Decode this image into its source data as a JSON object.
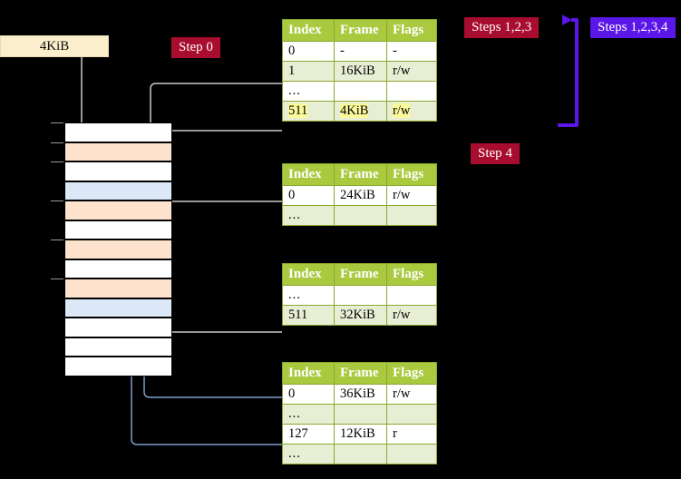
{
  "labels": {
    "size_box": "4KiB",
    "step0": "Step 0",
    "step4": "Step 4",
    "steps123": "Steps 1,2,3",
    "steps1234": "Steps 1,2,3,4"
  },
  "colors": {
    "table_header": "#a9c93f",
    "table_alt_row": "#e8eed4",
    "highlight": "#fbfa9b",
    "badge_red": "#a80c2e",
    "badge_purple": "#5b16e8",
    "cream_box": "#faeecd",
    "mem_orange": "#fde3cd",
    "mem_blue": "#dce8f7",
    "wire_gray": "#c9c9c9",
    "wire_blue": "#7d9ec9",
    "arrow_blue": "#44659b"
  },
  "tables": [
    {
      "name": "pml4-table",
      "columns": [
        "Index",
        "Frame",
        "Flags"
      ],
      "rows": [
        {
          "index": "0",
          "frame": "-",
          "flags": "-",
          "alt": false,
          "highlight": false
        },
        {
          "index": "1",
          "frame": "16KiB",
          "flags": "r/w",
          "alt": true,
          "highlight": false
        },
        {
          "index": "...",
          "frame": "",
          "flags": "",
          "alt": false,
          "highlight": false
        },
        {
          "index": "511",
          "frame": "4KiB",
          "flags": "r/w",
          "alt": true,
          "highlight": true
        }
      ]
    },
    {
      "name": "pdpt-table",
      "columns": [
        "Index",
        "Frame",
        "Flags"
      ],
      "rows": [
        {
          "index": "0",
          "frame": "24KiB",
          "flags": "r/w",
          "alt": false,
          "highlight": false
        },
        {
          "index": "...",
          "frame": "",
          "flags": "",
          "alt": true,
          "highlight": false
        }
      ]
    },
    {
      "name": "pd-table",
      "columns": [
        "Index",
        "Frame",
        "Flags"
      ],
      "rows": [
        {
          "index": "...",
          "frame": "",
          "flags": "",
          "alt": false,
          "highlight": false
        },
        {
          "index": "511",
          "frame": "32KiB",
          "flags": "r/w",
          "alt": true,
          "highlight": false
        }
      ]
    },
    {
      "name": "pt-table",
      "columns": [
        "Index",
        "Frame",
        "Flags"
      ],
      "rows": [
        {
          "index": "0",
          "frame": "36KiB",
          "flags": "r/w",
          "alt": false,
          "highlight": false
        },
        {
          "index": "...",
          "frame": "",
          "flags": "",
          "alt": true,
          "highlight": false
        },
        {
          "index": "127",
          "frame": "12KiB",
          "flags": "r",
          "alt": false,
          "highlight": false
        },
        {
          "index": "...",
          "frame": "",
          "flags": "",
          "alt": true,
          "highlight": false
        }
      ]
    }
  ],
  "memory_rows": [
    {
      "fill": "white",
      "tick": true
    },
    {
      "fill": "orange",
      "tick": true
    },
    {
      "fill": "white",
      "tick": true
    },
    {
      "fill": "blue",
      "tick": false
    },
    {
      "fill": "orange",
      "tick": true
    },
    {
      "fill": "white",
      "tick": false
    },
    {
      "fill": "orange",
      "tick": true
    },
    {
      "fill": "white",
      "tick": false
    },
    {
      "fill": "orange",
      "tick": true
    },
    {
      "fill": "blue",
      "tick": false
    },
    {
      "fill": "white",
      "tick": false
    },
    {
      "fill": "white",
      "tick": false
    },
    {
      "fill": "white",
      "tick": false
    }
  ]
}
